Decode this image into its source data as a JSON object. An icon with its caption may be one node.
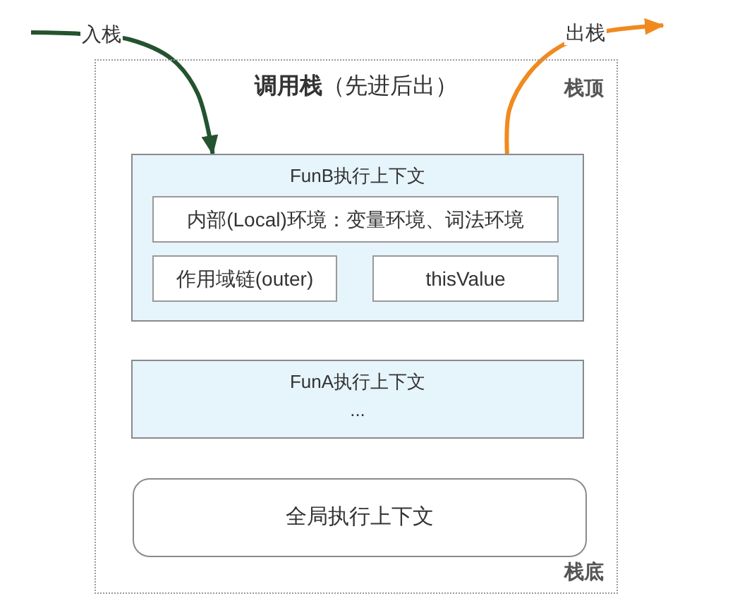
{
  "diagram": {
    "nodes": [
      {
        "text": [
          "**调用栈**（先进后出）"
        ]
      },
      {
        "text": [
          "FunB执行上下文"
        ],
        "in": 0
      },
      {
        "text": [
          "内部(Local)环境：变量环境、词法环境"
        ],
        "in": 1
      },
      {
        "text": [
          "作用域链(outer)"
        ],
        "in": 1
      },
      {
        "text": [
          "thisValue"
        ],
        "in": 1
      },
      {
        "text": [
          "FunA执行上下文",
          "..."
        ],
        "in": 0
      },
      {
        "text": [
          "全局执行上下文"
        ],
        "in": 0
      }
    ],
    "edges": [
      {
        "from": null,
        "to": 1,
        "arrow": "to",
        "label": "入栈",
        "color": "#24532f"
      },
      {
        "from": 1,
        "to": null,
        "arrow": "to",
        "label": "出栈",
        "color": "#f08a1f"
      }
    ],
    "labels": [
      "栈顶",
      "栈底"
    ]
  }
}
